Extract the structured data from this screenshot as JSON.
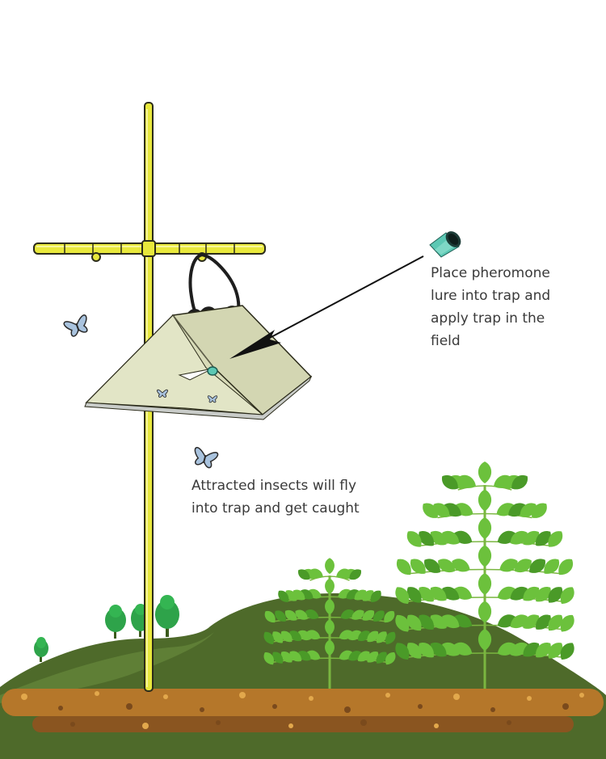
{
  "captions": {
    "lure": [
      "Place pheromone",
      "lure into trap and",
      "apply trap in the",
      "field"
    ],
    "insects": [
      "Attracted insects will fly",
      "into trap and get caught"
    ]
  },
  "colors": {
    "pole": "#e8e83c",
    "pole_stroke": "#2b2b1a",
    "trap_panel": "#d8dbb8",
    "trap_edge": "#c9ccc9",
    "lure": "#5cc8b4",
    "butterfly": "#a9c3de",
    "hill_dark": "#4e6a2a",
    "hill_light": "#5f7f36",
    "leaf": "#6cc13c",
    "leaf_dark": "#4a9a28",
    "tree": "#2ea34a",
    "soil": "#b5772a",
    "soil_dark": "#7a4a1c",
    "soil_dot": "#e2a84c",
    "text": "#3a3a3a"
  },
  "icons": [
    "pole-icon",
    "crossbar-icon",
    "delta-trap-icon",
    "pheromone-lure-icon",
    "pointer-arrow-icon",
    "butterfly-icon",
    "plant-icon",
    "tree-icon"
  ]
}
